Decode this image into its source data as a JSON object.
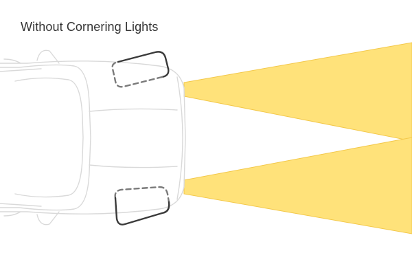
{
  "caption": {
    "title": "Without Cornering Lights"
  },
  "colors": {
    "beam": "#ffe27a",
    "beam_edge": "#f3c84a",
    "car_outline": "#d7d7d7",
    "headlight_housing": "#3a3a3a",
    "headlight_dashed": "#7a7a7a",
    "caption_text": "#333333"
  },
  "diagram": {
    "subject": "car-top-view",
    "beams": [
      {
        "name": "left-headlight-beam",
        "direction": "straight-ahead"
      },
      {
        "name": "right-headlight-beam",
        "direction": "straight-ahead"
      }
    ],
    "headlights": [
      {
        "name": "left-headlight",
        "cornering_light": "off"
      },
      {
        "name": "right-headlight",
        "cornering_light": "off"
      }
    ]
  }
}
